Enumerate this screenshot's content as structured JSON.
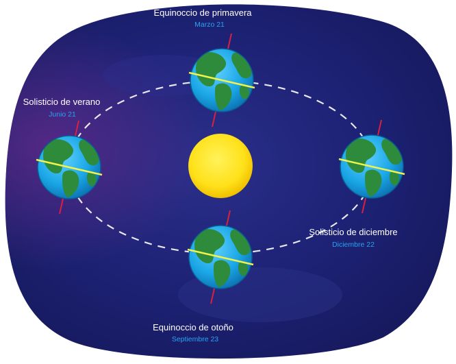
{
  "labels": {
    "spring": {
      "title": "Equinoccio de primavera",
      "date": "Marzo 21"
    },
    "summer": {
      "title": "Solisticio de verano",
      "date": "Junio 21"
    },
    "winter": {
      "title": "Solisticio de diciembre",
      "date": "Diciembre 22"
    },
    "autumn": {
      "title": "Equinoccio de otoño",
      "date": "Septiembre 23"
    }
  },
  "colors": {
    "space": "#1b1f6e",
    "space_edge": "#2a2a80",
    "sun": "#ffe11a",
    "ocean": "#1aa6e6",
    "land": "#2e8b3c",
    "equator": "#f2f24a",
    "axis": "#d8213f",
    "orbit": "#e8e8f0",
    "title_text": "#ffffff",
    "date_text": "#2aa3f0"
  },
  "icons": [
    "sun-icon",
    "earth-icon"
  ]
}
